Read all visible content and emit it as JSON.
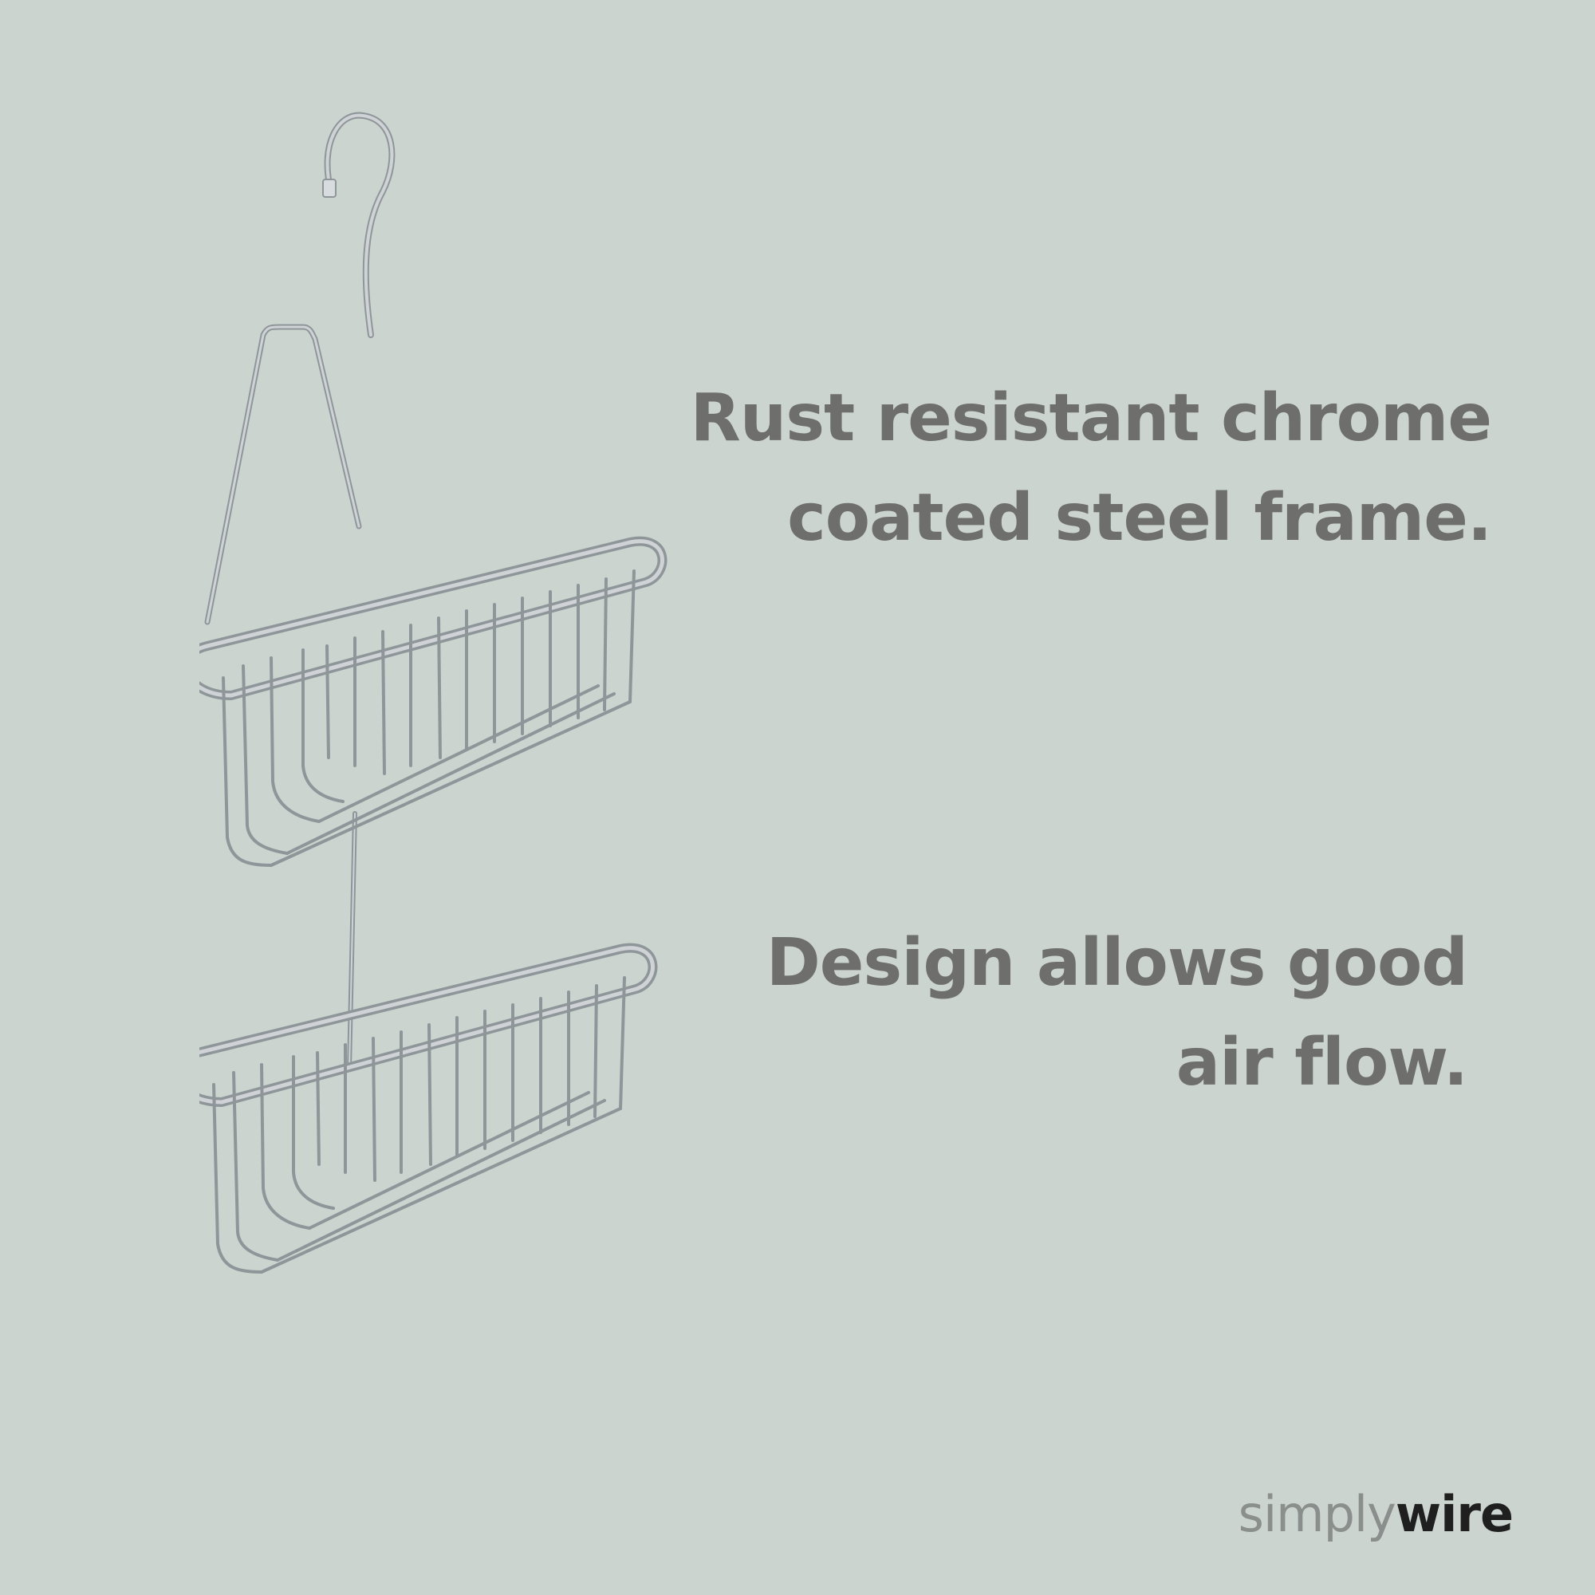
{
  "features": [
    {
      "line1": "Rust resistant chrome",
      "line2": "coated steel frame."
    },
    {
      "line1": "Design allows good",
      "line2": "air flow."
    }
  ],
  "logo": {
    "light": "simply",
    "bold": "wire"
  },
  "colors": {
    "background": "#cbd4cf",
    "text": "#6e6e6c",
    "logo_light": "#8a8f8d",
    "logo_bold": "#1f1f1f"
  }
}
